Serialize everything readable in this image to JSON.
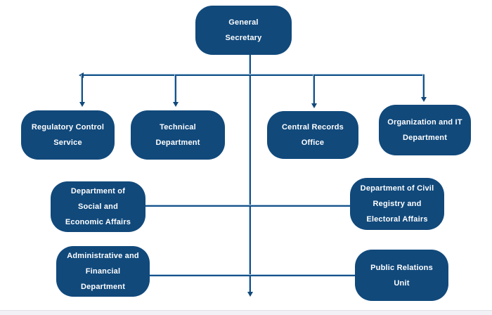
{
  "org_chart": {
    "nodes": [
      {
        "id": "general-secretary",
        "label": "General\nSecretary"
      },
      {
        "id": "regulatory-control-service",
        "label": "Regulatory Control\nService"
      },
      {
        "id": "technical-department",
        "label": "Technical\nDepartment"
      },
      {
        "id": "central-records-office",
        "label": "Central Records\nOffice"
      },
      {
        "id": "organization-it-department",
        "label": "Organization and IT\nDepartment"
      },
      {
        "id": "social-economic-affairs",
        "label": "Department of\nSocial and\nEconomic Affairs"
      },
      {
        "id": "civil-registry-electoral",
        "label": "Department of Civil\nRegistry and\nElectoral Affairs"
      },
      {
        "id": "administrative-financial",
        "label": "Administrative and\nFinancial\nDepartment"
      },
      {
        "id": "public-relations-unit",
        "label": "Public Relations\nUnit"
      }
    ],
    "edges": [
      {
        "from": "general-secretary",
        "to": "regulatory-control-service"
      },
      {
        "from": "general-secretary",
        "to": "technical-department"
      },
      {
        "from": "general-secretary",
        "to": "central-records-office"
      },
      {
        "from": "general-secretary",
        "to": "organization-it-department"
      },
      {
        "from": "general-secretary",
        "to": "social-economic-affairs"
      },
      {
        "from": "general-secretary",
        "to": "civil-registry-electoral"
      },
      {
        "from": "general-secretary",
        "to": "administrative-financial"
      },
      {
        "from": "general-secretary",
        "to": "public-relations-unit"
      }
    ],
    "colors": {
      "node_fill": "#11497B",
      "node_text": "#FFFFFF",
      "line": "#15528A",
      "line_highlight": "#A9C7DD",
      "footer_bg": "#F1F1F6",
      "footer_border": "#E0E1E7",
      "background": "#FFFFFF"
    }
  }
}
